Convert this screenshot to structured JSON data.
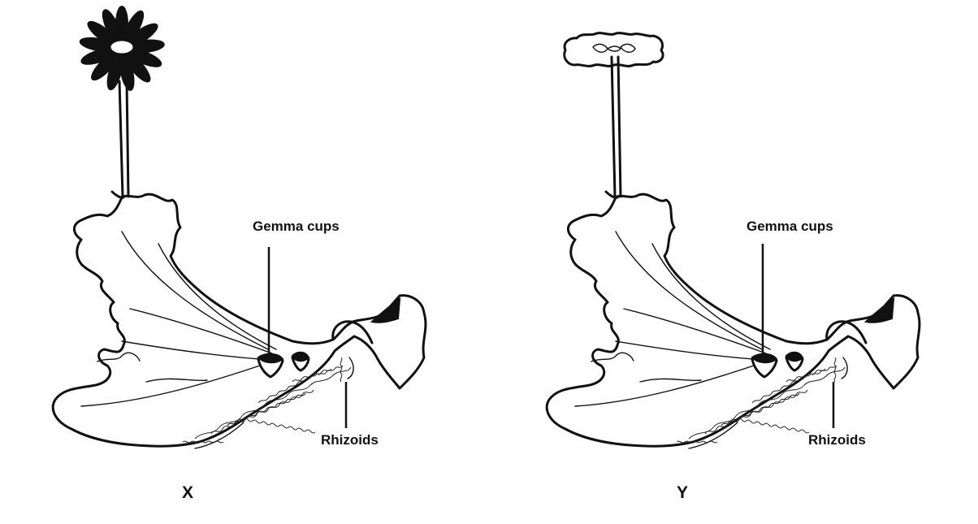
{
  "diagram": {
    "labels": {
      "gemma_cups": "Gemma cups",
      "rhizoids": "Rhizoids"
    },
    "plants": [
      {
        "id": "X",
        "caption": "X",
        "receptacle": "star-shaped-lobed"
      },
      {
        "id": "Y",
        "caption": "Y",
        "receptacle": "flat-disc-wavy"
      }
    ],
    "colors": {
      "ink": "#111111",
      "background": "#ffffff"
    }
  }
}
